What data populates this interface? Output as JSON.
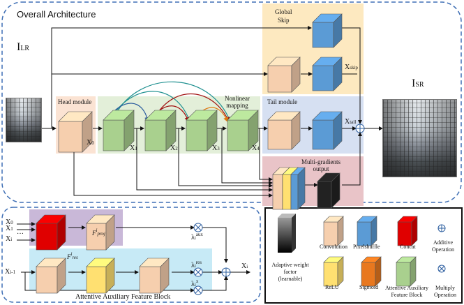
{
  "overall": {
    "title": "Overall Architecture"
  },
  "inputs": {
    "lr_main": "I",
    "lr_sub": "LR",
    "sr_main": "I",
    "sr_sub": "SR"
  },
  "modules": {
    "global_skip": "Global\nSkip",
    "head": "Head module",
    "nonlinear": "Nonlinear\nmapping",
    "tail": "Tail module",
    "multi_grad": "Multi-gradients\noutput"
  },
  "features": {
    "x0_main": "X",
    "x0_sub": "0",
    "x1_main": "X",
    "x1_sub": "1",
    "x2_main": "X",
    "x2_sub": "2",
    "x3_main": "X",
    "x3_sub": "3",
    "x4_main": "X",
    "x4_sub": "4",
    "xskip_main": "X",
    "xskip_sub": "skip",
    "xtail_main": "X",
    "xtail_sub": "tail"
  },
  "aafb": {
    "title": "Attentive Auxiliary Feature Block",
    "in_x0_main": "X",
    "in_x0_sub": "0",
    "in_x1_main": "X",
    "in_x1_sub": "1",
    "dots": "…",
    "in_xi_main": "X",
    "in_xi_sub": "i",
    "in_xim1_main": "X",
    "in_xim1_sub": "i-1",
    "proj_main": "F",
    "proj_sup": "i",
    "proj_sub": "proj",
    "res_main": "F",
    "res_sup": "i",
    "res_sub": "res",
    "aux_lambda": "λ",
    "aux_sup": "aux",
    "aux_sub": "i",
    "res_lambda": "λ",
    "res_sup_l": "res",
    "res_sub_l": "i",
    "x_lambda": "λ",
    "x_sup_l": "x",
    "x_sub_l": "i",
    "out_main": "X",
    "out_sub": "i"
  },
  "legend": {
    "adaptive": "Adaptive weight\nfactor\n(learnable)",
    "convolution": "Convolution",
    "pixelshuffle": "Pixelshuffle",
    "concat": "Concat",
    "additive": "Additive\nOperation",
    "relu": "ReLU",
    "sigmoid": "Sigmoid",
    "aafb": "Attentive Auxiliary\nFeature Block",
    "multiply": "Multiply\nOperation"
  },
  "colors": {
    "conv": "#f6cfae",
    "pixelshuffle": "#5b9bd5",
    "concat": "#e00000",
    "relu": "#ffe071",
    "sigmoid": "#e8781f",
    "aafb_green": "#a9d08e",
    "panel_skip": "#fde9c0",
    "panel_head": "#fbe3d3",
    "panel_nonlinear": "#e3efd9",
    "panel_tail": "#d6e0f2",
    "panel_multi": "#e9c4c8",
    "panel_proj": "#c9b8d8",
    "panel_res": "#c7eaf6",
    "frame": "#3f6fb5"
  }
}
